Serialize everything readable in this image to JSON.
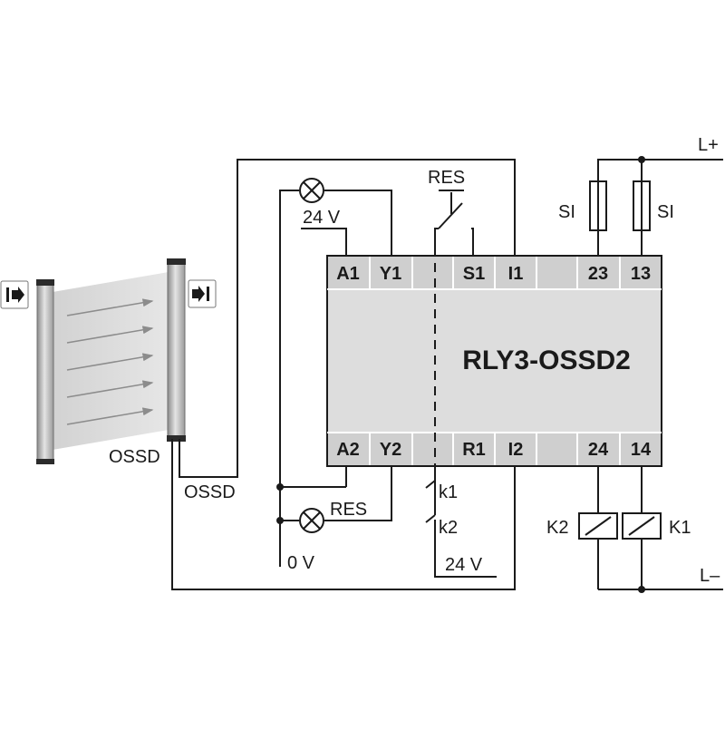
{
  "device": {
    "title": "RLY3-OSSD2",
    "top_terminals": [
      "A1",
      "Y1",
      "S1",
      "I1",
      "23",
      "13"
    ],
    "bottom_terminals": [
      "A2",
      "Y2",
      "R1",
      "I2",
      "24",
      "14"
    ]
  },
  "labels": {
    "l_plus": "L+",
    "l_minus": "L–",
    "fuse_left": "SI",
    "fuse_right": "SI",
    "res_switch": "RES",
    "res_lamp": "RES",
    "v24_top": "24 V",
    "v24_bottom": "24 V",
    "zero_v": "0 V",
    "ossd_curtain": "OSSD",
    "ossd_wire": "OSSD",
    "k1_contact": "k1",
    "k2_contact": "k2",
    "k1_coil": "K1",
    "k2_coil": "K2"
  },
  "icons": {
    "sender": "sender-arrow-icon",
    "receiver": "receiver-arrow-icon"
  },
  "colors": {
    "device_fill": "#dddddd",
    "terminal_fill": "#cfcfcf",
    "line": "#1a1a1a"
  }
}
